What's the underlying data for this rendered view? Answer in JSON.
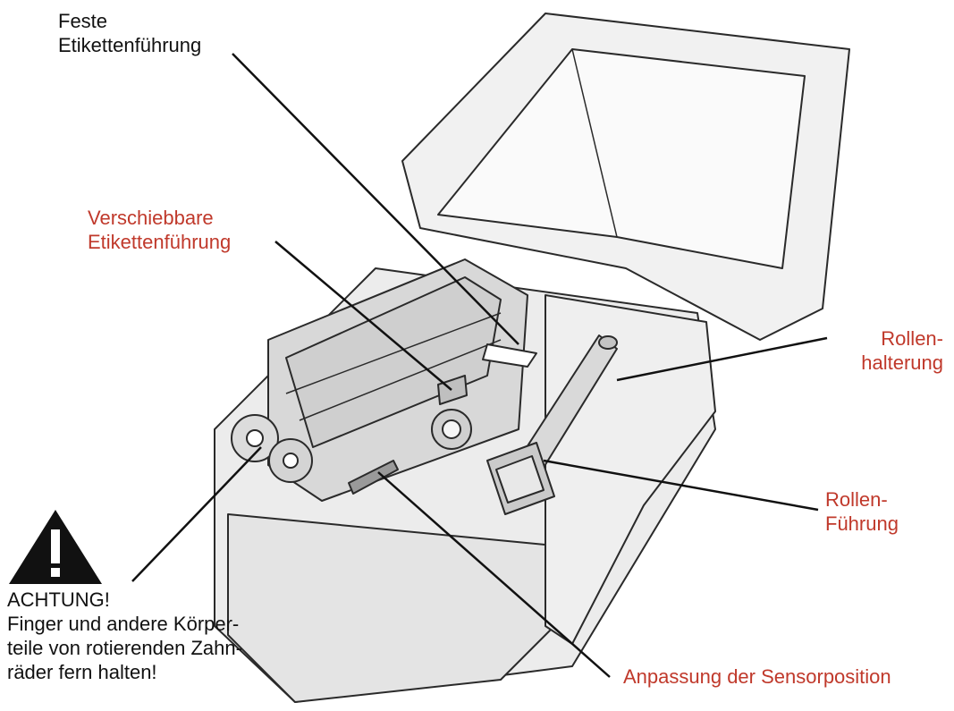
{
  "labels": {
    "fixed_guide": "Feste\nEtikettenführung",
    "sliding_guide": "Verschiebbare\nEtikettenführung",
    "roll_holder": "Rollen-\nhalterung",
    "roll_guide": "Rollen-\nFührung",
    "sensor_adjust": "Anpassung der Sensorposition"
  },
  "warning": {
    "icon": "warning-triangle-icon",
    "title": "ACHTUNG!",
    "text": "Finger und andere Körper-\nteile von rotierenden Zahn-\nräder fern halten!"
  },
  "colors": {
    "red_label": "#c0392b",
    "black_label": "#111111"
  }
}
